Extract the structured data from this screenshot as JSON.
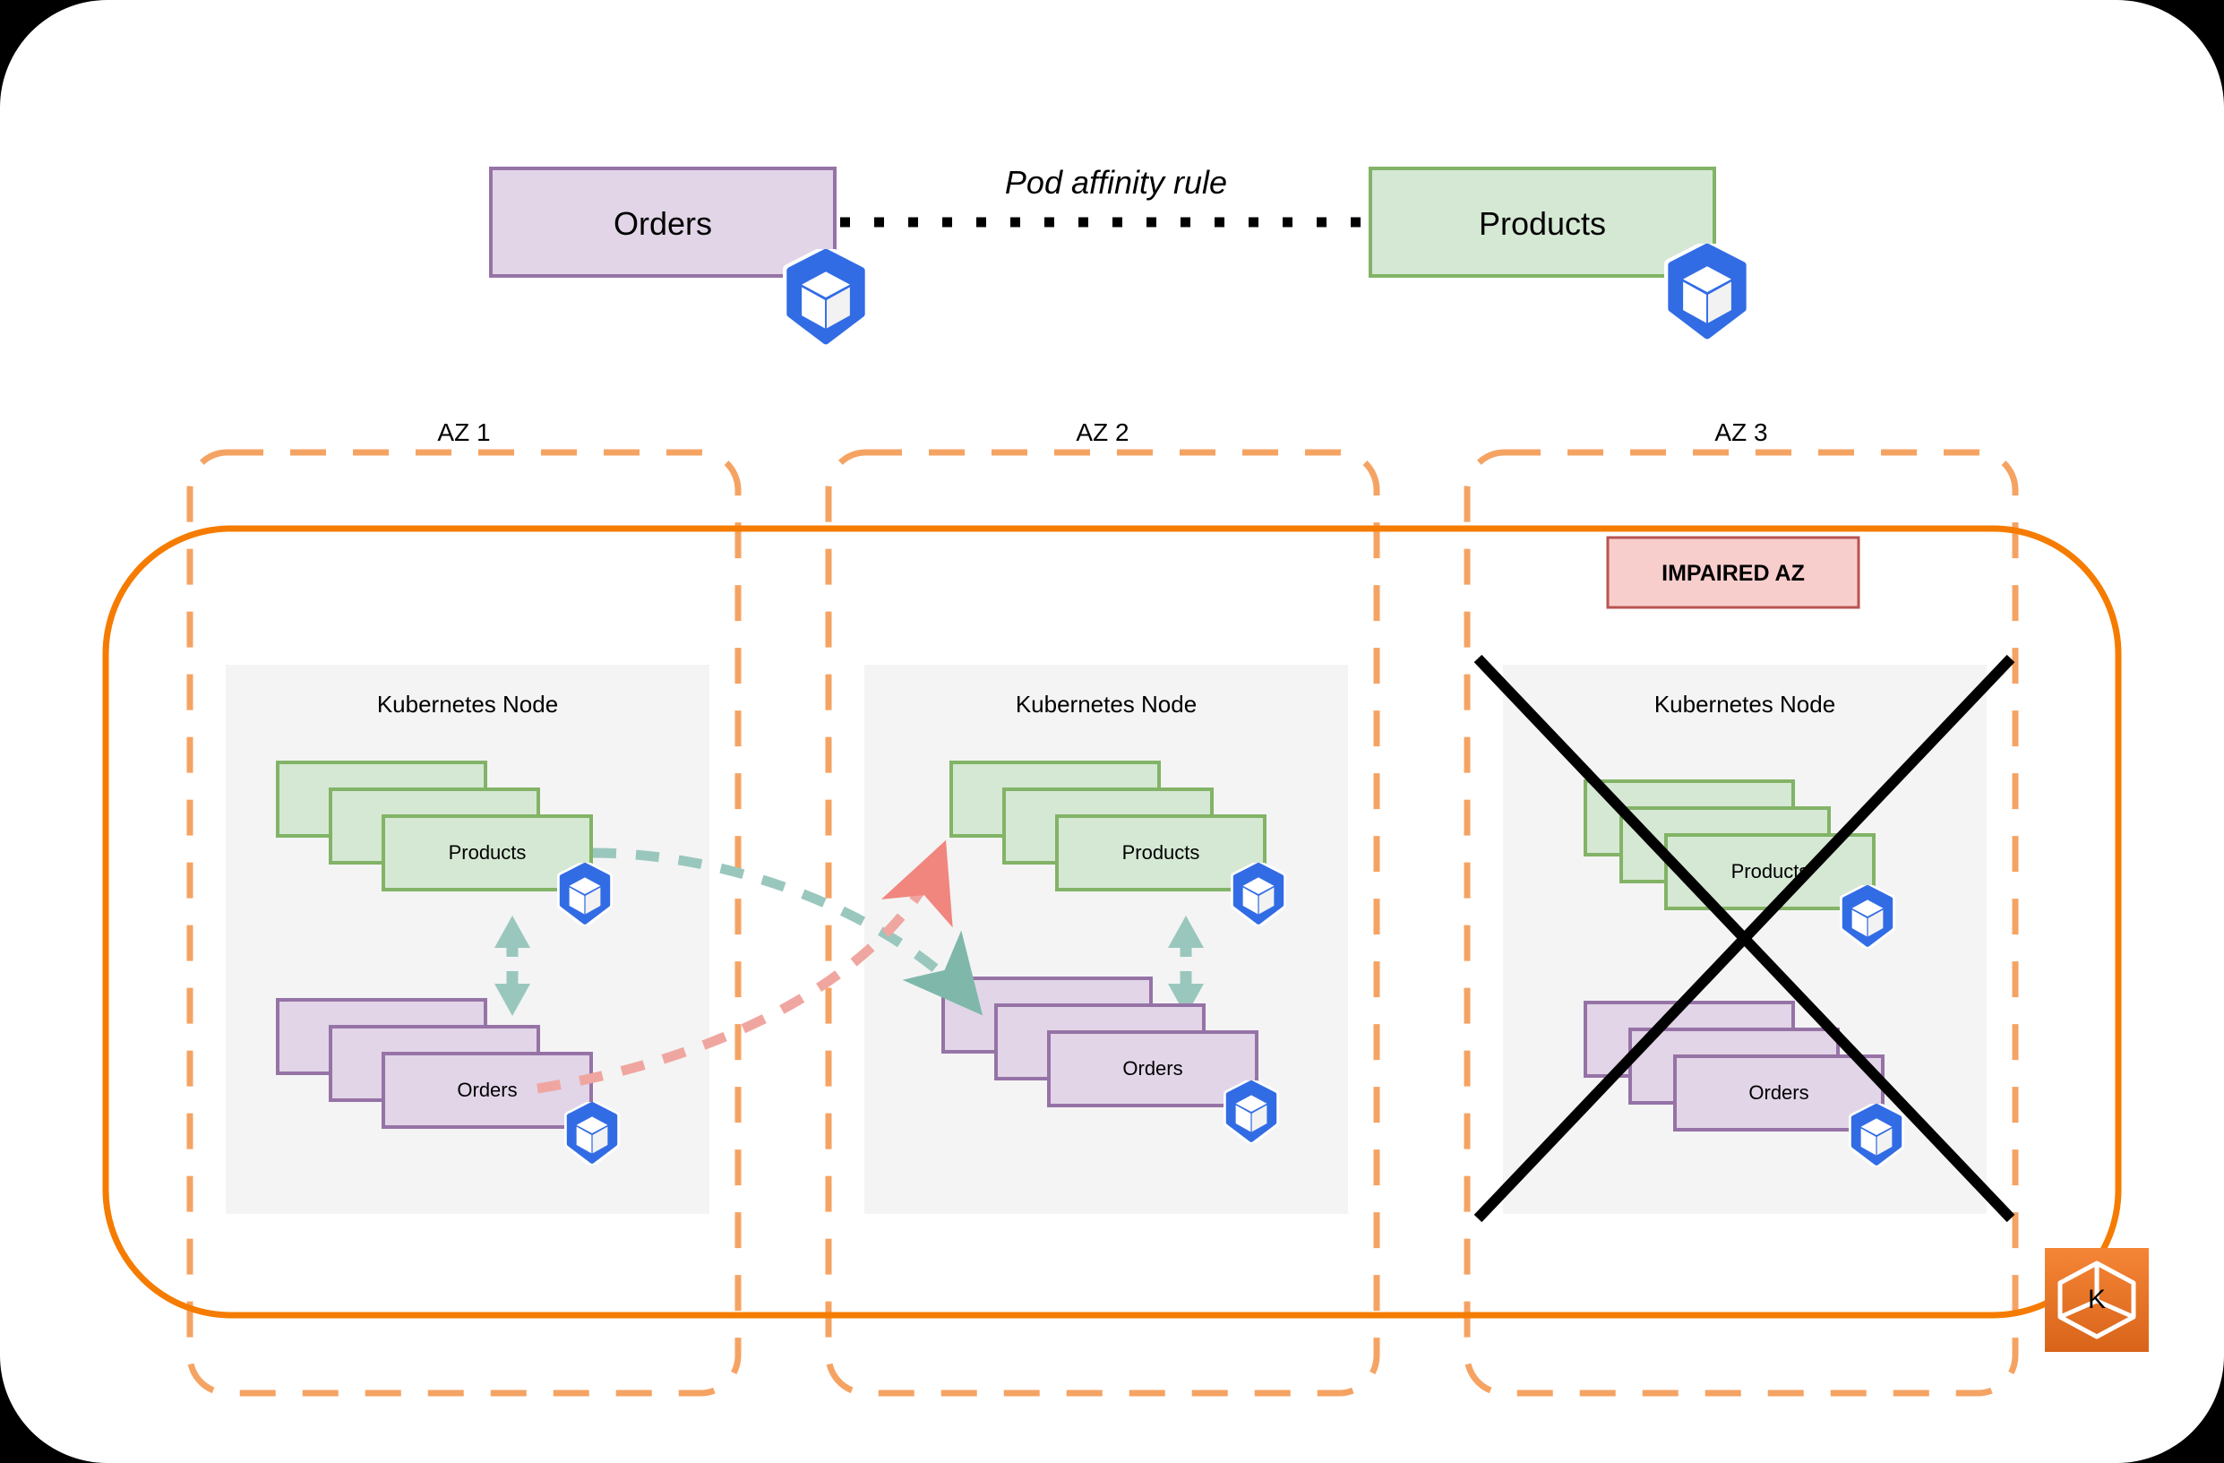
{
  "page": {
    "background": "#000000",
    "board_fill": "#ffffff",
    "board_radius": 120
  },
  "colors": {
    "pod_orders_fill": "#e1d5e7",
    "pod_orders_stroke": "#9673a6",
    "pod_products_fill": "#d5e8d4",
    "pod_products_stroke": "#82b366",
    "node_fill": "#f4f4f4",
    "az_dashed": "#f5a363",
    "cluster_solid": "#f57c00",
    "impaired_fill": "#f8cecc",
    "impaired_stroke": "#b85450",
    "affinity_dotted": "#000000",
    "arrow_teal": "#9ac7bd",
    "arrow_salmon": "#f0a6a0",
    "k8s_blue": "#326ce5",
    "eks_orange_top": "#f58536",
    "eks_orange_bottom": "#d8641a",
    "x_mark": "#000000"
  },
  "header": {
    "orders_box": {
      "label": "Orders"
    },
    "products_box": {
      "label": "Products"
    },
    "affinity_label": "Pod affinity rule",
    "k8s_icon_name": "kubernetes-pod-icon"
  },
  "zones": [
    {
      "id": "az1",
      "label": "AZ 1",
      "node_label": "Kubernetes Node",
      "impaired": false,
      "impaired_label": null,
      "pod_groups": [
        {
          "kind": "products",
          "label": "Products",
          "count": 3
        },
        {
          "kind": "orders",
          "label": "Orders",
          "count": 3
        }
      ],
      "has_intra_arrow": true
    },
    {
      "id": "az2",
      "label": "AZ 2",
      "node_label": "Kubernetes Node",
      "impaired": false,
      "impaired_label": null,
      "pod_groups": [
        {
          "kind": "products",
          "label": "Products",
          "count": 3
        },
        {
          "kind": "orders",
          "label": "Orders",
          "count": 3
        }
      ],
      "has_intra_arrow": true
    },
    {
      "id": "az3",
      "label": "AZ 3",
      "node_label": "Kubernetes Node",
      "impaired": true,
      "impaired_label": "IMPAIRED AZ",
      "pod_groups": [
        {
          "kind": "products",
          "label": "Products",
          "count": 3
        },
        {
          "kind": "orders",
          "label": "Orders",
          "count": 3
        }
      ],
      "has_intra_arrow": false
    }
  ],
  "cross_zone_flows": [
    {
      "name": "products-az1-to-orders-az2",
      "color": "#9ac7bd"
    },
    {
      "name": "orders-az1-to-products-az2",
      "color": "#f0a6a0"
    }
  ],
  "eks_badge": {
    "glyph": "K",
    "name": "eks-logo-badge"
  }
}
